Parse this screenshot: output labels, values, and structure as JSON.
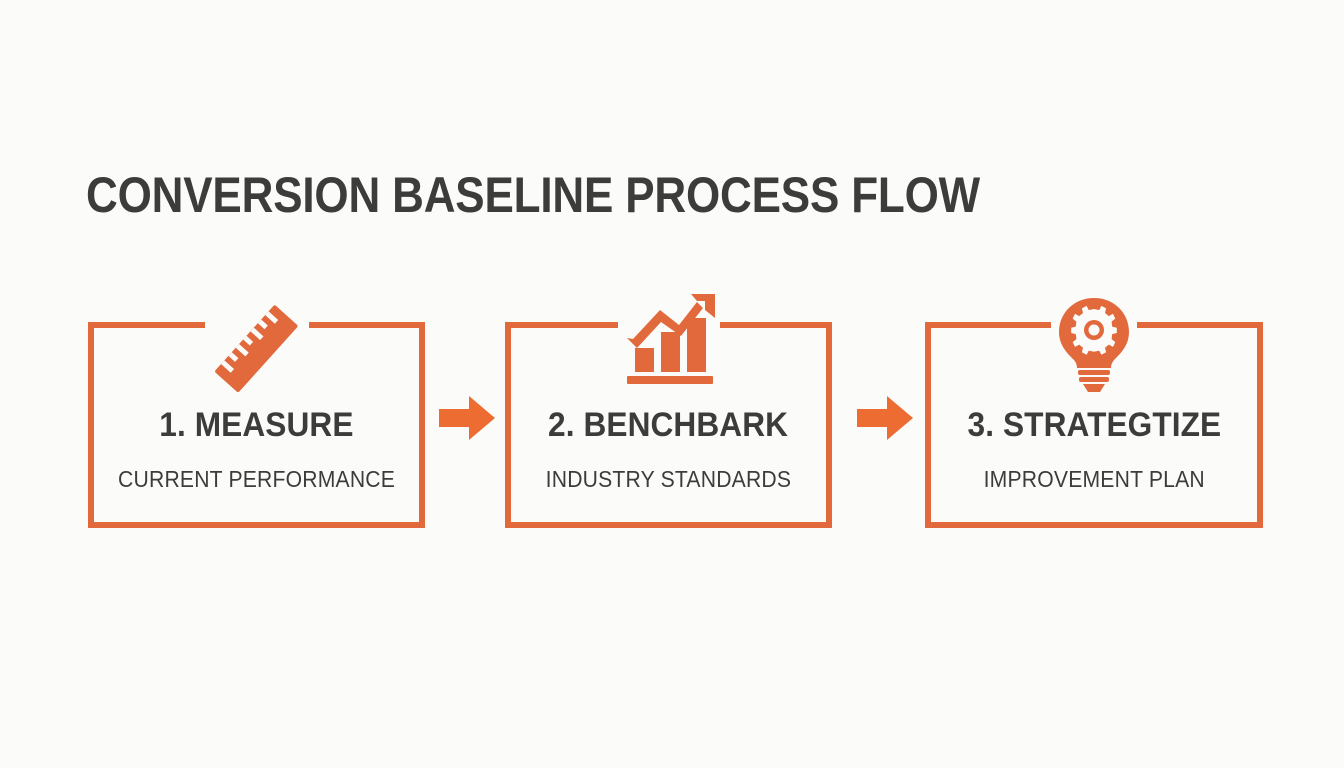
{
  "slide": {
    "background_color": "#FBFBFA",
    "accent_color": "#E1693C",
    "text_color": "#3C3C3B",
    "title": "CONVERSION BASELINE PROCESS FLOW"
  },
  "flow": {
    "steps": [
      {
        "heading": "1. MEASURE",
        "subtitle": "CURRENT PERFORMANCE",
        "icon": "ruler-icon"
      },
      {
        "heading": "2. BENCHBARK",
        "subtitle": "INDUSTRY STANDARDS",
        "icon": "bar-chart-growth-icon"
      },
      {
        "heading": "3. STRATEGTIZE",
        "subtitle": "IMPROVEMENT PLAN",
        "icon": "lightbulb-gear-icon"
      }
    ],
    "connectors": [
      {
        "icon": "arrow-right-icon"
      },
      {
        "icon": "arrow-right-icon"
      }
    ]
  }
}
